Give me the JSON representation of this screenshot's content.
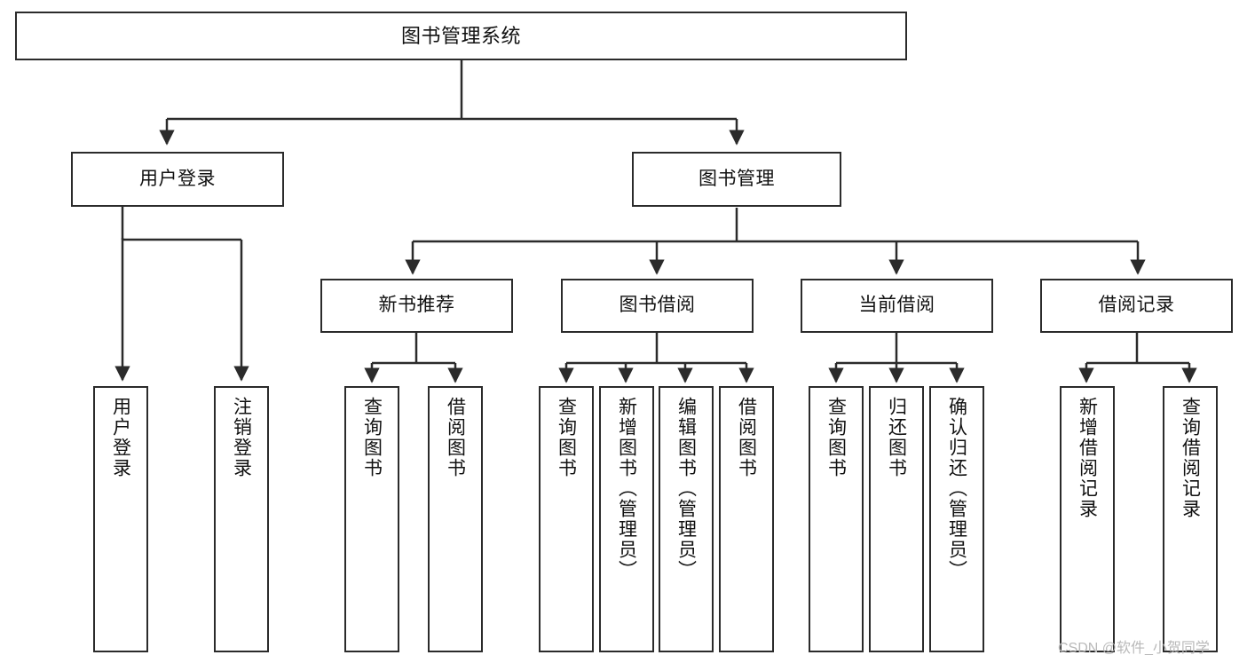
{
  "diagram": {
    "title": "图书管理系统",
    "type": "tree-hierarchy-chart",
    "watermark": "CSDN @软件_小贺同学",
    "colors": {
      "box_border": "#2b2b2b",
      "box_fill": "#ffffff",
      "edge": "#2b2b2b",
      "text": "#111111",
      "watermark": "#b9b9b9"
    },
    "nodes": {
      "root": {
        "label": "图书管理系统"
      },
      "level2": [
        {
          "label": "用户登录"
        },
        {
          "label": "图书管理"
        }
      ],
      "level3": [
        {
          "label": "新书推荐"
        },
        {
          "label": "图书借阅"
        },
        {
          "label": "当前借阅"
        },
        {
          "label": "借阅记录"
        }
      ],
      "leaves": {
        "user_login": [
          {
            "label": "用户登录"
          },
          {
            "label": "注销登录"
          }
        ],
        "new_book_recommend": [
          {
            "label": "查询图书"
          },
          {
            "label": "借阅图书"
          }
        ],
        "book_borrow": [
          {
            "label": "查询图书"
          },
          {
            "label": "新增图书（管理员）"
          },
          {
            "label": "编辑图书（管理员）"
          },
          {
            "label": "借阅图书"
          }
        ],
        "current_borrow": [
          {
            "label": "查询图书"
          },
          {
            "label": "归还图书"
          },
          {
            "label": "确认归还（管理员）"
          }
        ],
        "borrow_record": [
          {
            "label": "新增借阅记录"
          },
          {
            "label": "查询借阅记录"
          }
        ]
      }
    }
  }
}
